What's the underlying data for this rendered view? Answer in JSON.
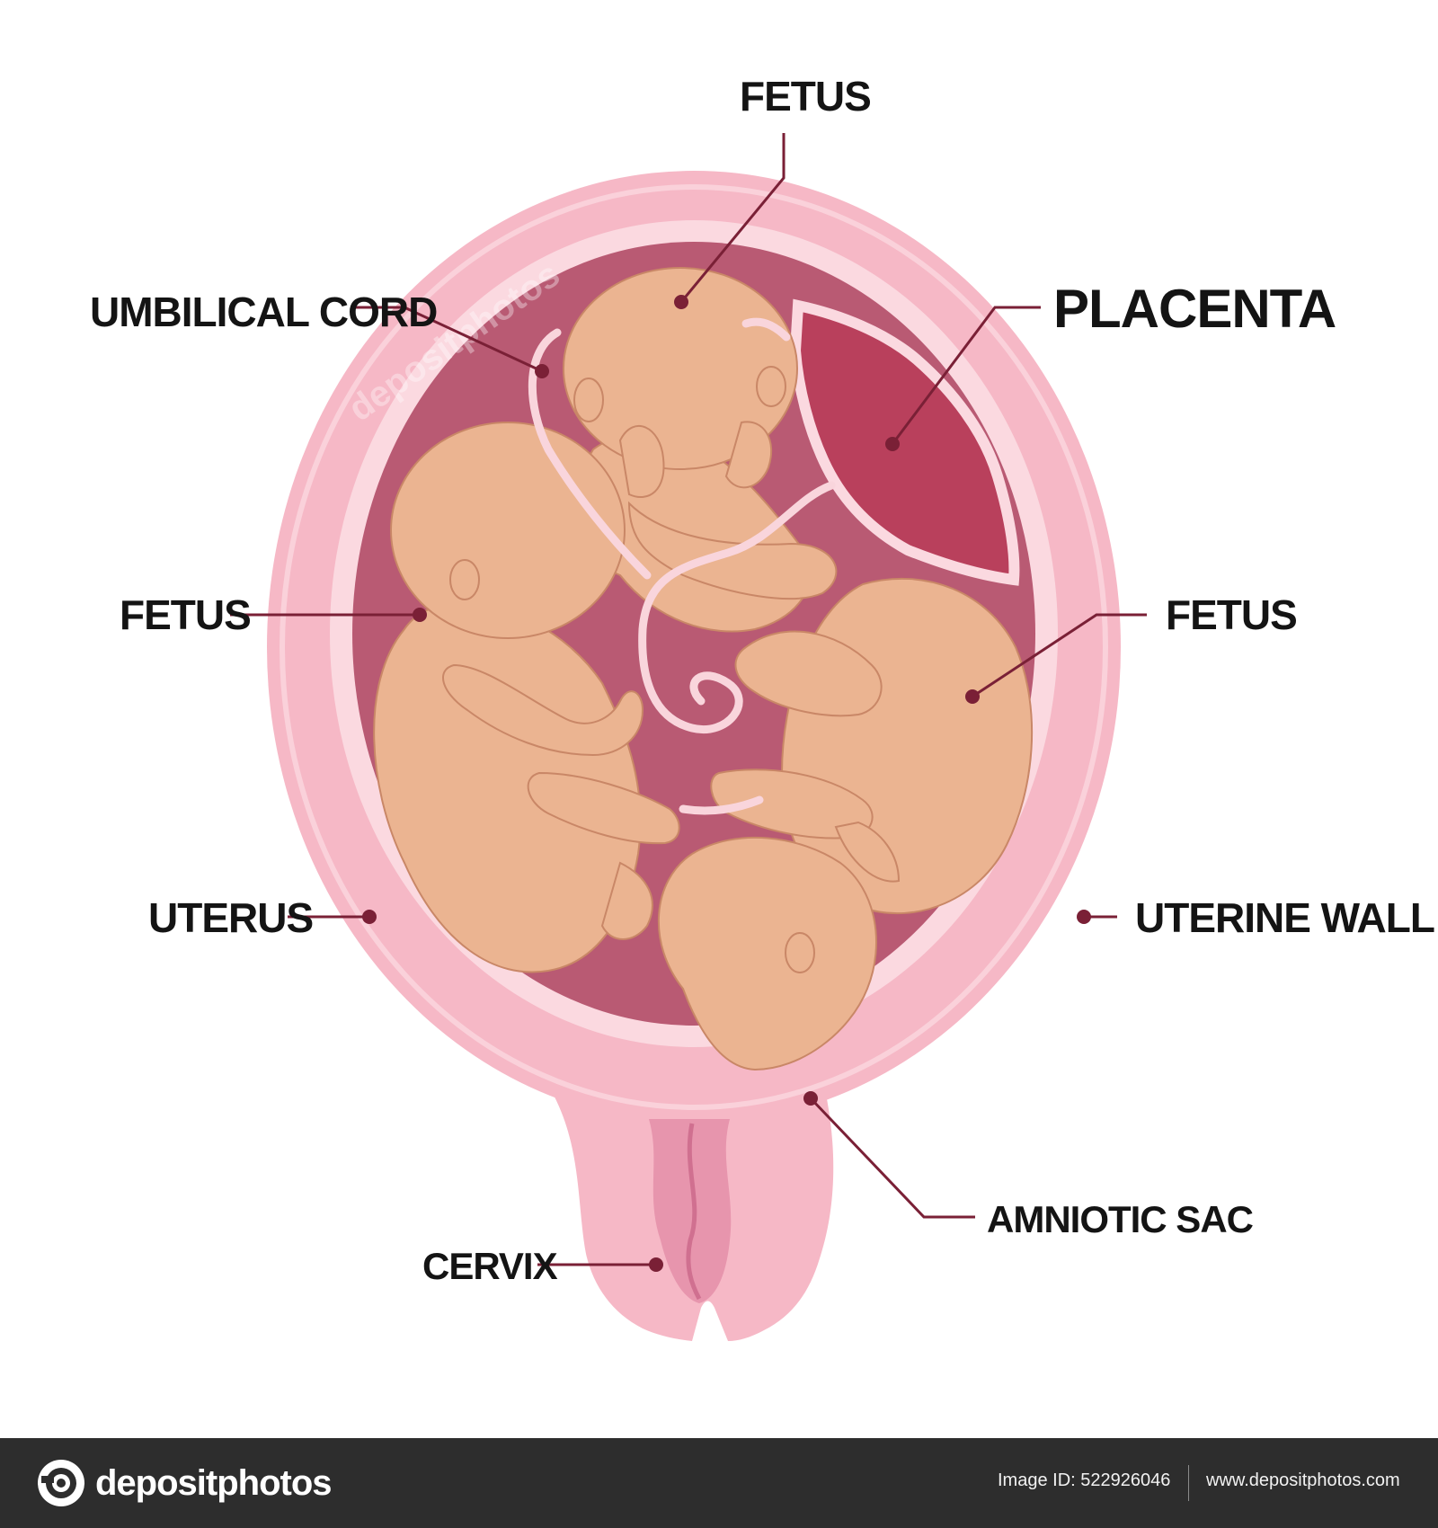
{
  "labels": {
    "fetus_top": "FETUS",
    "umbilical_cord": "UMBILICAL CORD",
    "placenta": "PLACENTA",
    "fetus_left": "FETUS",
    "fetus_right": "FETUS",
    "uterus": "UTERUS",
    "uterine_wall": "UTERINE WALL",
    "amniotic_sac": "AMNIOTIC SAC",
    "cervix": "CERVIX"
  },
  "watermark": {
    "text": "depositphotos"
  },
  "footer": {
    "brand": "depositphotos",
    "image_id": "Image ID: 522926046",
    "url": "www.depositphotos.com"
  },
  "colors": {
    "uterus_outer": "#f6b8c6",
    "uterus_inner_rim": "#fbd9e0",
    "amniotic_cavity": "#b95a73",
    "placenta": "#b9405c",
    "fetus_skin": "#ebb491",
    "fetus_outline": "#c98767",
    "cord": "#f9d5dc",
    "leader": "#7a2036",
    "footer_bg": "#2d2d2d"
  }
}
